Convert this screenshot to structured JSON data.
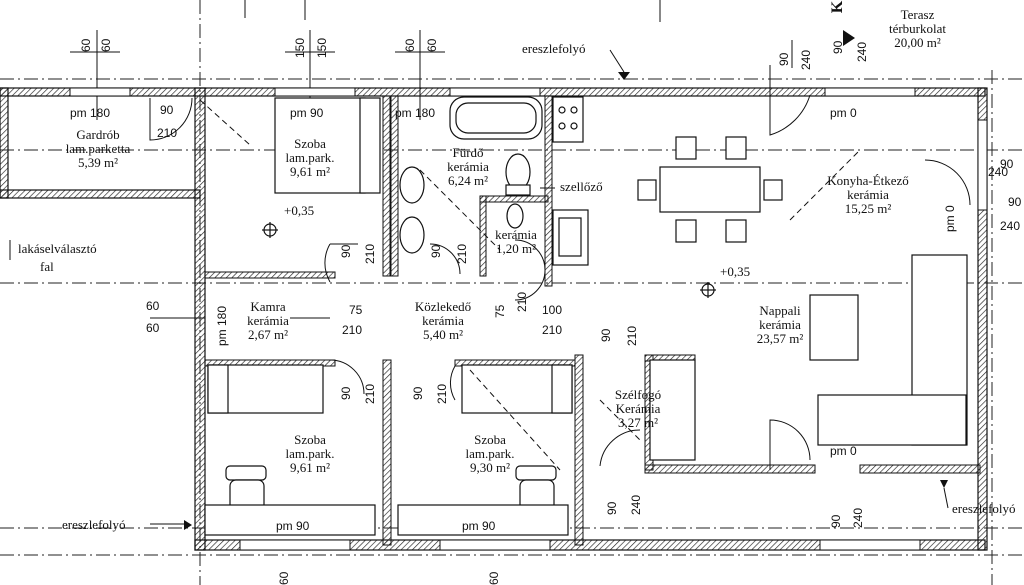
{
  "rooms": {
    "gardrob": {
      "name": "Gardrób",
      "floor": "lam.parketta",
      "area": "5,39 m²"
    },
    "szoba_top": {
      "name": "Szoba",
      "floor": "lam.park.",
      "area": "9,61 m²"
    },
    "furdo": {
      "name": "Fürdő",
      "floor": "kerámia",
      "area": "6,24 m²"
    },
    "wc": {
      "name": "",
      "floor": "kerámia",
      "area": "1,20 m²"
    },
    "konyha": {
      "name": "Konyha-Étkező",
      "floor": "kerámia",
      "area": "15,25 m²"
    },
    "kamra": {
      "name": "Kamra",
      "floor": "kerámia",
      "area": "2,67 m²"
    },
    "kozlekedo": {
      "name": "Közlekedő",
      "floor": "kerámia",
      "area": "5,40 m²"
    },
    "nappali": {
      "name": "Nappali",
      "floor": "kerámia",
      "area": "23,57 m²"
    },
    "szelfogo": {
      "name": "Szélfogó",
      "floor": "Kerámia",
      "area": "3,27 m²"
    },
    "szoba_bl": {
      "name": "Szoba",
      "floor": "lam.park.",
      "area": "9,61 m²"
    },
    "szoba_bm": {
      "name": "Szoba",
      "floor": "lam.park.",
      "area": "9,30 m²"
    },
    "terasz": {
      "name": "Terasz",
      "floor": "térburkolat",
      "area": "20,00 m²"
    }
  },
  "labels": {
    "eresz_top": "ereszlefolyó",
    "eresz_bl": "ereszlefolyó",
    "eresz_br": "ereszlefolyó",
    "lakaselvalaszto": "lakáselválasztó",
    "fal": "fal",
    "szellozo": "szellőző",
    "level1": "+0,35",
    "level2": "+0,35",
    "north": "K"
  },
  "dims": {
    "d60a": "60",
    "d60b": "60",
    "d150a": "150",
    "d150b": "150",
    "d60c": "60",
    "d60d": "60",
    "d90t": "90",
    "d240t": "240",
    "d90n": "90",
    "d240n": "240",
    "pm180_g": "pm 180",
    "d90_g": "90",
    "d210_g": "210",
    "pm90_s": "pm 90",
    "pm180_f": "pm 180",
    "pm0_k": "pm 0",
    "d90_r": "90",
    "d240_r": "240",
    "pm0_r": "pm 0",
    "d90_r2": "90",
    "d240_r2": "240",
    "d60_l1": "60",
    "d60_l2": "60",
    "pm180_k": "pm 180",
    "d90_k1": "90",
    "d210_k1": "210",
    "d75": "75",
    "d210_k2": "210",
    "d90_w": "90",
    "d210_w": "210",
    "d75_w": "75",
    "d210_w2": "210",
    "d100": "100",
    "d210_n": "210",
    "d90_n2": "90",
    "d210_n2": "210",
    "d90_b1": "90",
    "d210_b1": "210",
    "d90_b2": "90",
    "d210_b2": "210",
    "pm0_sz": "pm 0",
    "d90_sz": "90",
    "d240_sz": "240",
    "d90_sz2": "90",
    "d240_sz2": "240",
    "pm90_bl": "pm 90",
    "pm90_bm": "pm 90",
    "d60_bot1": "60",
    "d60_bot2": "60"
  }
}
